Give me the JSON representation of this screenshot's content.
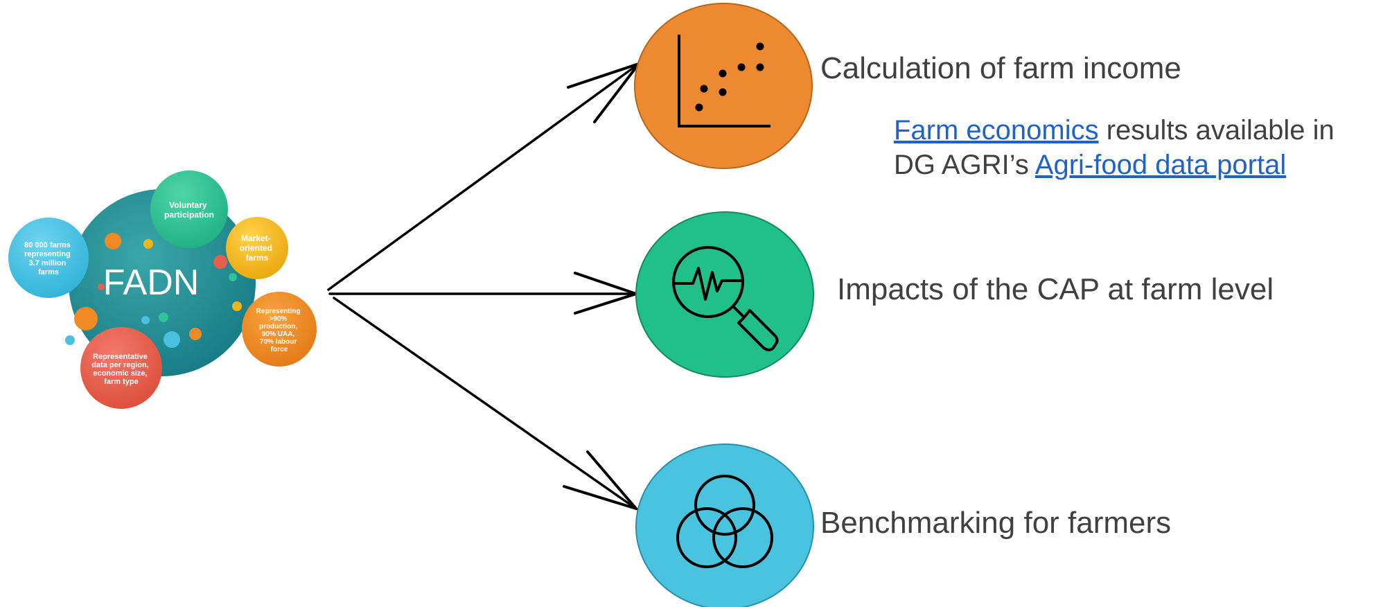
{
  "fadn": {
    "title": "FADN",
    "bubbles": {
      "farms": [
        "80 000 farms",
        "representing",
        "3.7 million",
        "farms"
      ],
      "voluntary": [
        "Voluntary",
        "participation"
      ],
      "market": [
        "Market-",
        "oriented",
        "farms"
      ],
      "representing": [
        "Representing",
        ">90%",
        "production,",
        "90% UAA,",
        "70% labour",
        "force"
      ],
      "representative": [
        "Representative",
        "data per region,",
        "economic size,",
        "farm type"
      ]
    }
  },
  "outputs": {
    "income": {
      "label": "Calculation of farm income",
      "icon": "scatter-chart-icon",
      "color": "#ed8a31"
    },
    "impacts": {
      "label": "Impacts of the CAP at farm level",
      "icon": "magnifier-pulse-icon",
      "color": "#21c08a"
    },
    "benchmark": {
      "label": "Benchmarking for farmers",
      "icon": "venn-diagram-icon",
      "color": "#4ac3df"
    }
  },
  "note": {
    "link1": "Farm economics",
    "text1": " results available in",
    "text2": "DG AGRI’s ",
    "link2": "Agri-food data portal"
  },
  "colors": {
    "fadn_core": "#1f8a91",
    "teal_bubble": "#2ec39a",
    "yellow_bubble": "#f2b418",
    "orange_bubble": "#ef8a24",
    "red_bubble": "#e4604c",
    "cyan_bubble": "#4cc0e0",
    "text": "#404040",
    "link": "#1f63c9"
  }
}
